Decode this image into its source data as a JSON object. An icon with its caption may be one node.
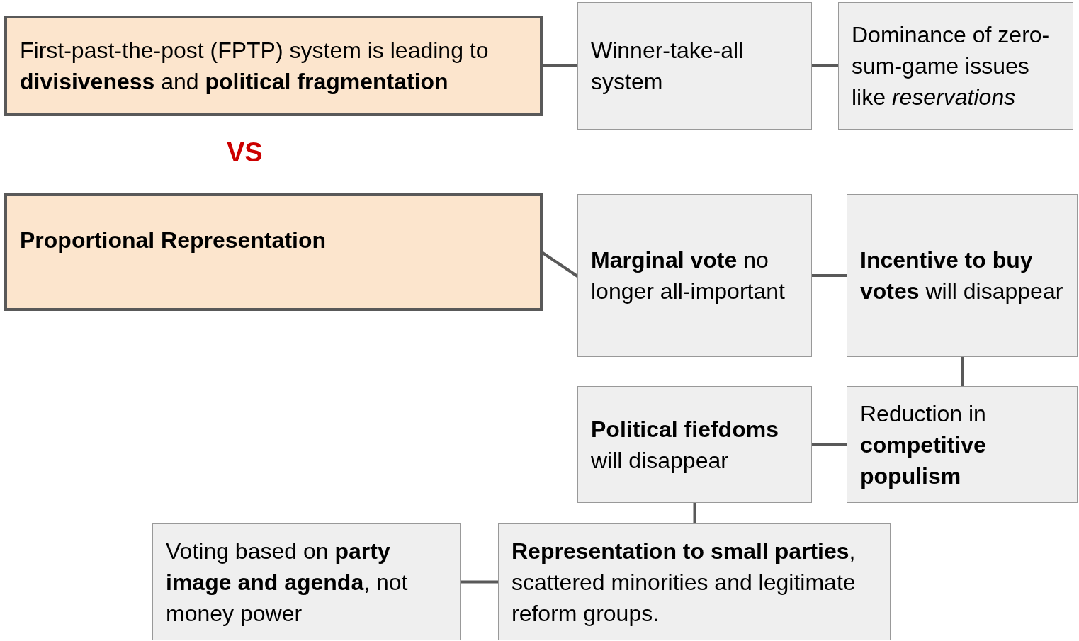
{
  "diagram": {
    "nodes": [
      {
        "text": [
          "First-past-the-post (FPTP) system is leading to **divisiveness** and **political fragmentation**"
        ]
      },
      {
        "text": [
          "Winner-take-all system"
        ]
      },
      {
        "text": [
          "Dominance of zero-sum-game issues like *reservations*"
        ]
      },
      {
        "text": [
          "Proportional Representation"
        ]
      },
      {
        "text": [
          "**Marginal vote** no longer all-important"
        ]
      },
      {
        "text": [
          "**Incentive to buy votes** will disappear"
        ]
      },
      {
        "text": [
          "**Political fiefdoms** will disappear"
        ]
      },
      {
        "text": [
          "Reduction in **competitive populism**"
        ]
      },
      {
        "text": [
          "Voting based on **party image and agenda**, not money power"
        ]
      },
      {
        "text": [
          "**Representation to small parties**, scattered minorities and legitimate reform groups."
        ]
      }
    ],
    "edges": [
      {
        "from": 0,
        "to": 1,
        "arrow": "none"
      },
      {
        "from": 1,
        "to": 2,
        "arrow": "none"
      },
      {
        "from": 3,
        "to": 4,
        "arrow": "none"
      },
      {
        "from": 4,
        "to": 5,
        "arrow": "none"
      },
      {
        "from": 5,
        "to": 7,
        "arrow": "none"
      },
      {
        "from": 7,
        "to": 6,
        "arrow": "none"
      },
      {
        "from": 6,
        "to": 9,
        "arrow": "none"
      },
      {
        "from": 9,
        "to": 8,
        "arrow": "none"
      }
    ],
    "labels": [
      "VS"
    ]
  }
}
